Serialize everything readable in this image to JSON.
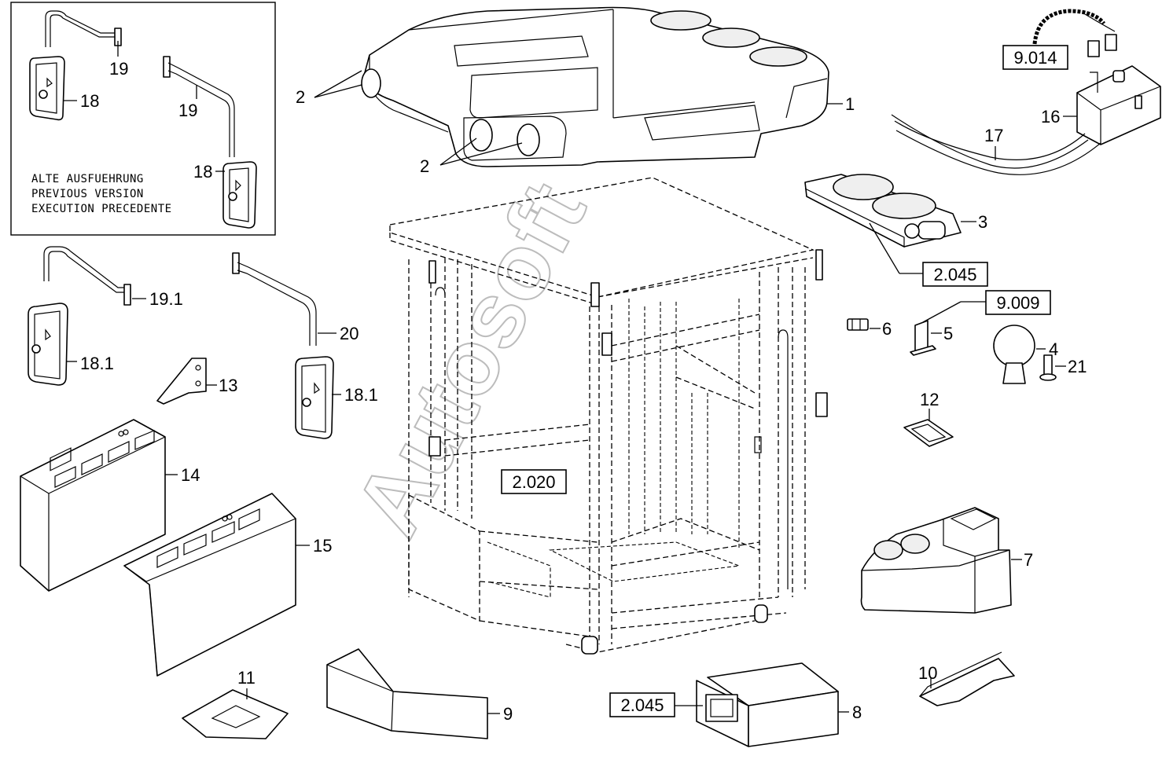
{
  "watermark": "Autosoft",
  "inset_note": {
    "lines": [
      "ALTE AUSFUEHRUNG",
      "PREVIOUS VERSION",
      "EXECUTION PRECEDENTE"
    ]
  },
  "labels": {
    "p1": "1",
    "p2a": "2",
    "p2b": "2",
    "p3": "3",
    "p4": "4",
    "p5": "5",
    "p6": "6",
    "p7": "7",
    "p8": "8",
    "p9": "9",
    "p10": "10",
    "p11": "11",
    "p12": "12",
    "p13": "13",
    "p14": "14",
    "p15": "15",
    "p16": "16",
    "p17": "17",
    "p18a": "18",
    "p18b": "18",
    "p18_1a": "18.1",
    "p18_1b": "18.1",
    "p19a": "19",
    "p19b": "19",
    "p19_1": "19.1",
    "p20": "20",
    "p21": "21"
  },
  "ref_boxes": {
    "r9014": "9.014",
    "r2045_top": "2.045",
    "r9009": "9.009",
    "r2020": "2.020",
    "r2045_bottom": "2.045"
  }
}
